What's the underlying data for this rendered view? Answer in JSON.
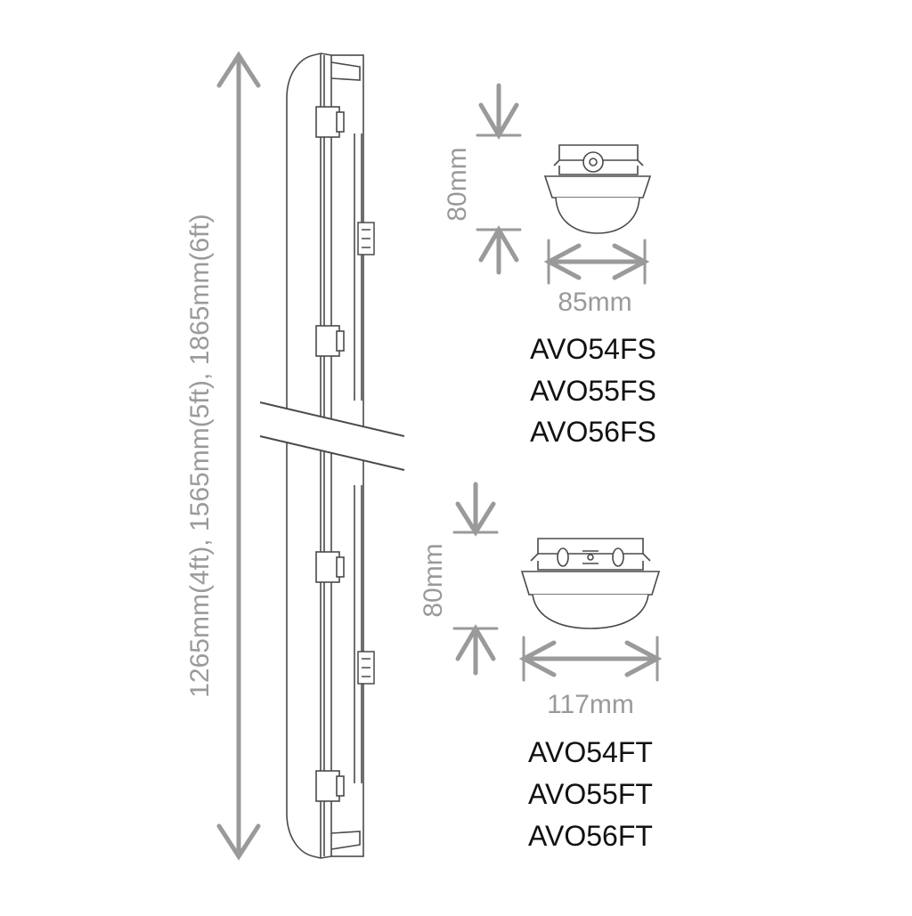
{
  "colors": {
    "dimension": "#9a9a9a",
    "outline": "#4a4a4a",
    "model_text": "#111111",
    "background": "#ffffff"
  },
  "long_view": {
    "length_label": "1265mm(4ft), 1565mm(5ft), 1865mm(6ft)"
  },
  "fs_profile": {
    "height_label": "80mm",
    "width_label": "85mm",
    "models": [
      "AVO54FS",
      "AVO55FS",
      "AVO56FS"
    ]
  },
  "ft_profile": {
    "height_label": "80mm",
    "width_label": "117mm",
    "models": [
      "AVO54FT",
      "AVO55FT",
      "AVO56FT"
    ]
  }
}
